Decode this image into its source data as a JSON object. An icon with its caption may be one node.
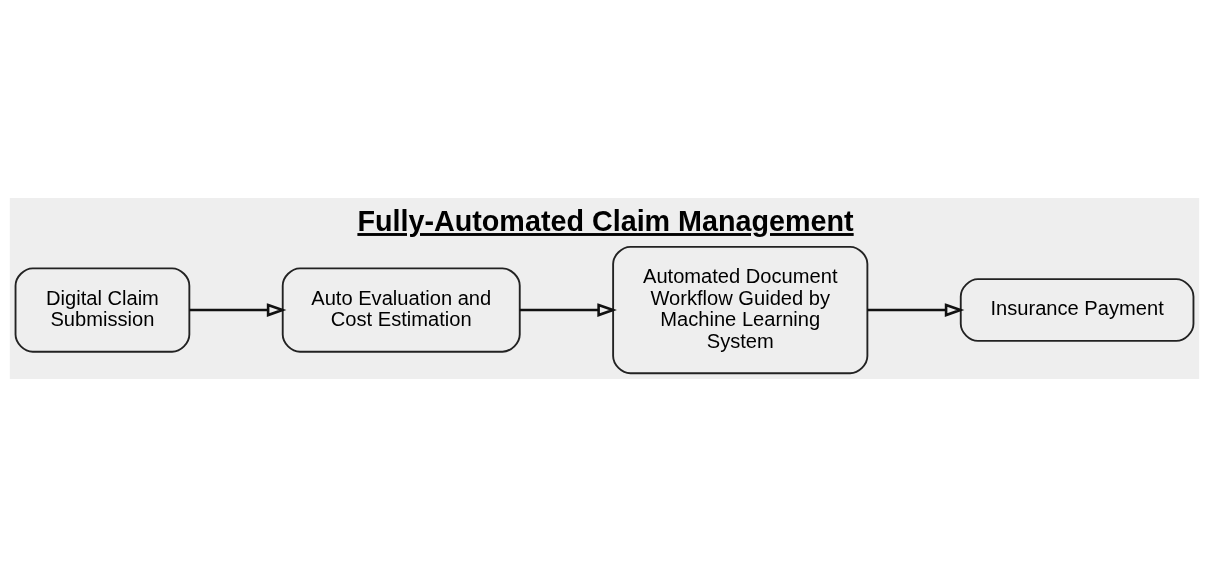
{
  "diagram": {
    "title": "Fully-Automated Claim Management",
    "nodes": [
      {
        "text": [
          "Digital Claim Submission"
        ]
      },
      {
        "text": [
          "Auto Evaluation and Cost Estimation"
        ]
      },
      {
        "text": [
          "Automated Document Workflow Guided by Machine Learning System"
        ]
      },
      {
        "text": [
          "Insurance Payment"
        ]
      }
    ],
    "edges": [
      {
        "from": 0,
        "to": 1,
        "arrow": "to"
      },
      {
        "from": 1,
        "to": 2,
        "arrow": "to"
      },
      {
        "from": 2,
        "to": 3,
        "arrow": "to"
      }
    ]
  }
}
